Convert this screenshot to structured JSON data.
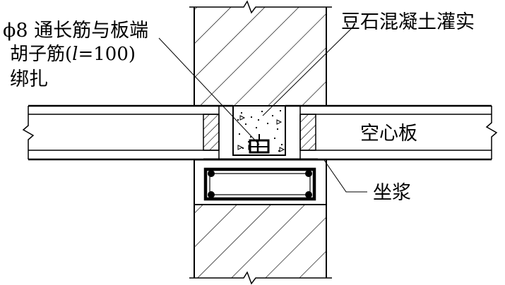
{
  "diagram": {
    "labels": {
      "rebar_line1": "ϕ8 通长筋与板端",
      "rebar_line2_pre": "胡子筋(",
      "rebar_line2_var": "l",
      "rebar_line2_post": "=100)",
      "rebar_line3": "绑扎",
      "fill": "豆石混凝土灌实",
      "slab": "空心板",
      "mortar": "坐浆"
    }
  }
}
